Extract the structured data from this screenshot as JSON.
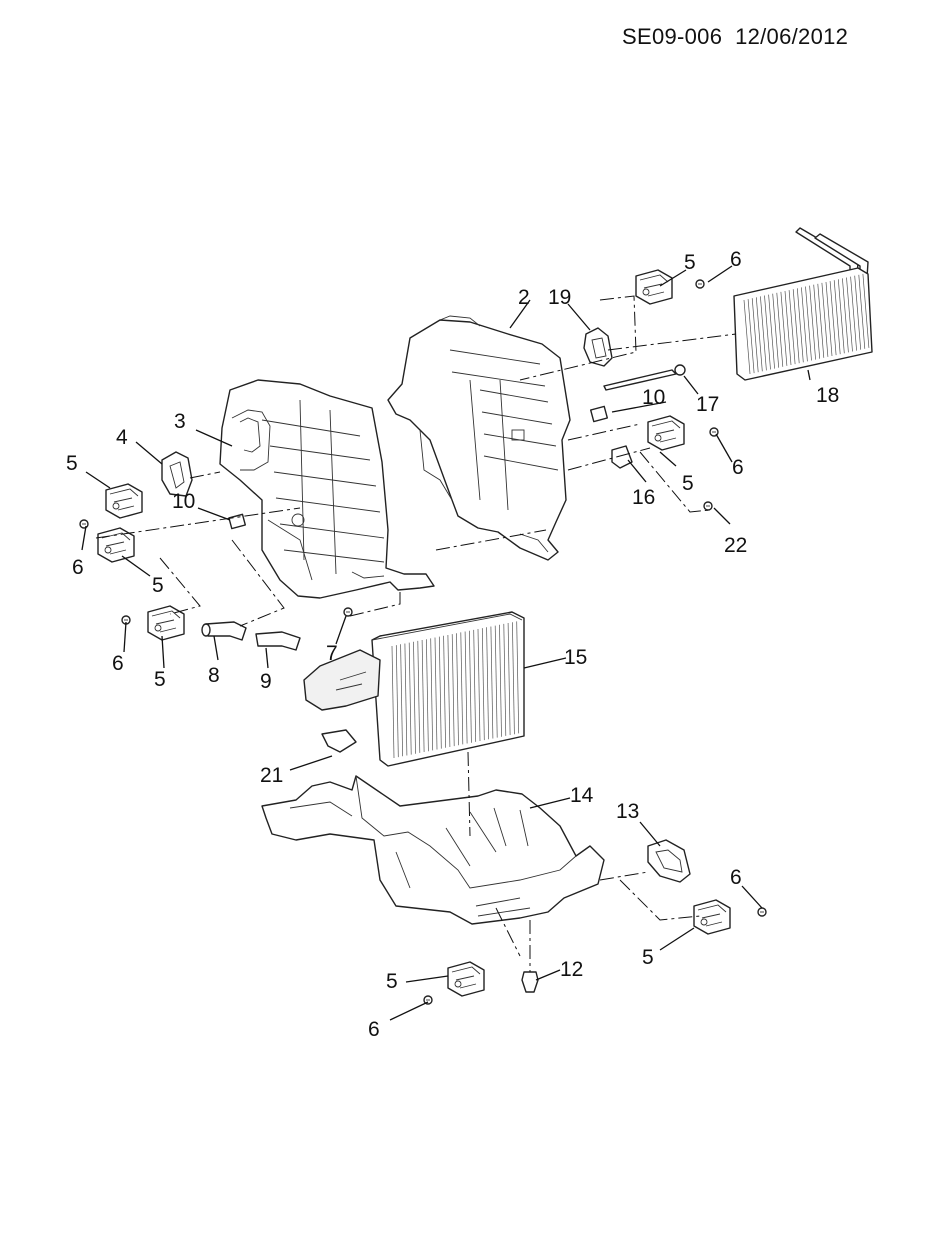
{
  "header": {
    "reference": "SE09-006  12/06/2012"
  },
  "callouts": {
    "c2": "2",
    "c3": "3",
    "c4": "4",
    "c5a": "5",
    "c5b": "5",
    "c5c": "5",
    "c5d": "5",
    "c5e": "5",
    "c5f": "5",
    "c5g": "5",
    "c6a": "6",
    "c6b": "6",
    "c6c": "6",
    "c6d": "6",
    "c6e": "6",
    "c6f": "6",
    "c7": "7",
    "c8": "8",
    "c9": "9",
    "c10a": "10",
    "c10b": "10",
    "c12": "12",
    "c13": "13",
    "c14": "14",
    "c15": "15",
    "c16": "16",
    "c17": "17",
    "c18": "18",
    "c19": "19",
    "c21": "21",
    "c22": "22"
  }
}
